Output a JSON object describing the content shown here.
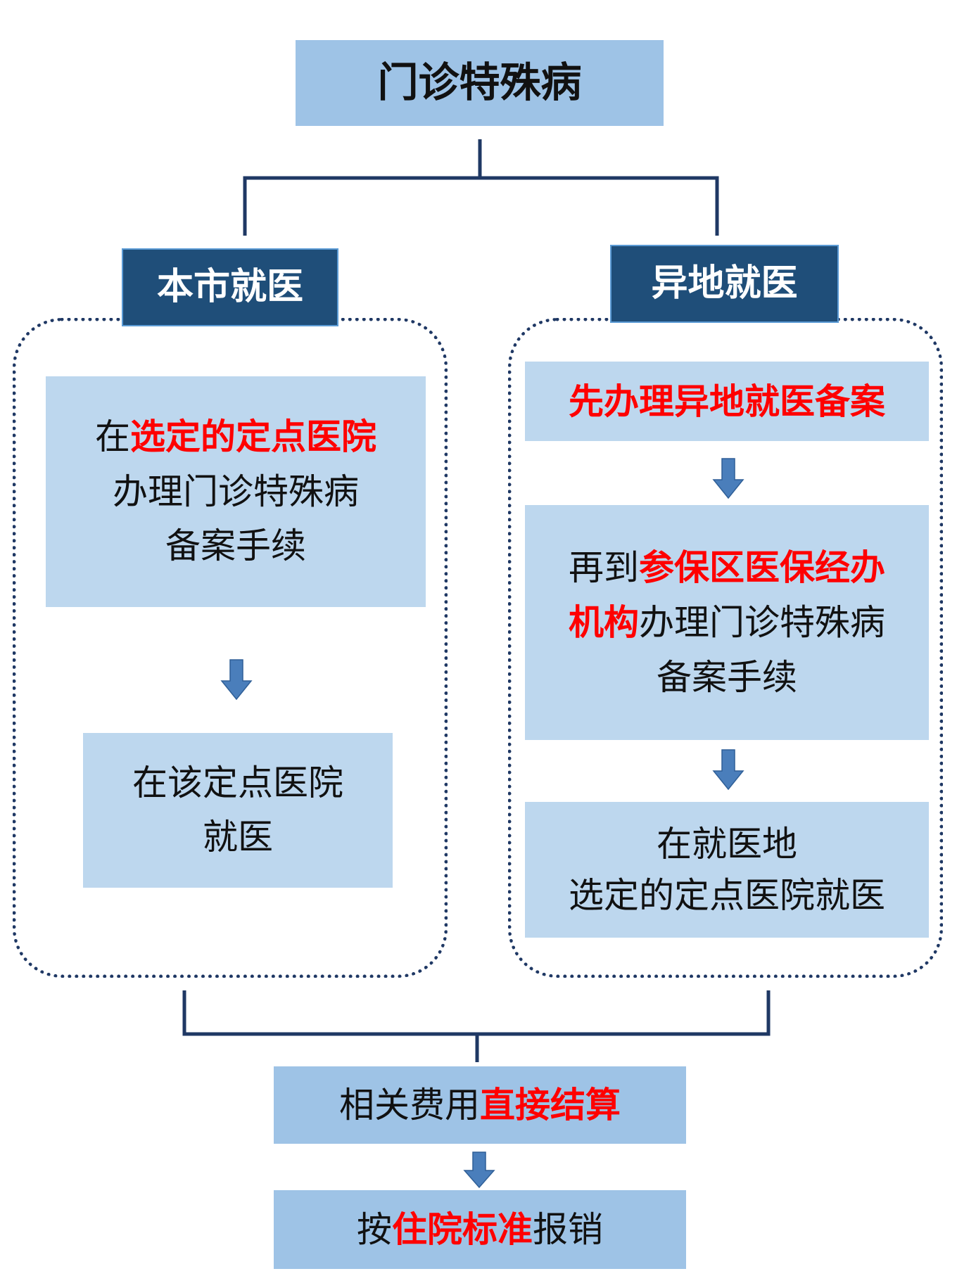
{
  "top": {
    "title": "门诊特殊病"
  },
  "local": {
    "header": "本市就医",
    "step1": {
      "l1_pre": "在",
      "l1_hl": "选定的定点医院",
      "l2": "办理门诊特殊病",
      "l3": "备案手续"
    },
    "step2": {
      "l1": "在该定点医院",
      "l2": "就医"
    }
  },
  "remote": {
    "header": "异地就医",
    "step1": {
      "hl": "先办理异地就医备案"
    },
    "step2": {
      "l1_pre": "再到",
      "l1_hl": "参保区医保经办",
      "l2_hl": "机构",
      "l2_post": "办理门诊特殊病",
      "l3": "备案手续"
    },
    "step3": {
      "l1": "在就医地",
      "l2": "选定的定点医院就医"
    }
  },
  "settle": {
    "pre": "相关费用",
    "hl": "直接结算"
  },
  "reimburse": {
    "pre": "按",
    "hl": "住院标准",
    "post": "报销"
  },
  "colors": {
    "accent": "#ff0000",
    "header_bg": "#1f4e79",
    "box_light": "#bdd7ee",
    "box_mid": "#9ec3e6",
    "arrow": "#4a7ebb",
    "line": "#1f3864"
  }
}
